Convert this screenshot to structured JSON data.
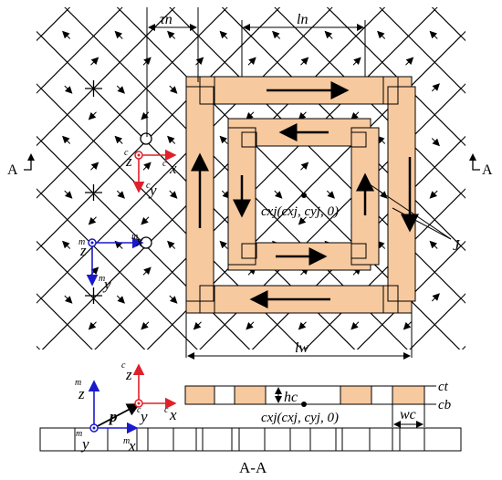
{
  "labels": {
    "tau_n": "τn",
    "l_n": "ln",
    "l_w": "lw",
    "J": "J",
    "section_left": "A",
    "section_right": "A",
    "section_caption": "A-A",
    "h_c": "hc",
    "w_c": "wc",
    "c_t": "ct",
    "c_b": "cb",
    "p": "p",
    "center_point": "cxj(cxj, cyj, 0)"
  },
  "frames": {
    "coil": {
      "prefix": "c",
      "axis_z": "z",
      "axis_x": "x",
      "axis_y": "y",
      "color": "#e0202a"
    },
    "magnet": {
      "prefix": "m",
      "axis_z": "z",
      "axis_x": "x",
      "axis_y": "y",
      "color": "#1a1acc"
    }
  },
  "colors": {
    "coil_fill": "#f7c99e",
    "line": "#000000"
  }
}
